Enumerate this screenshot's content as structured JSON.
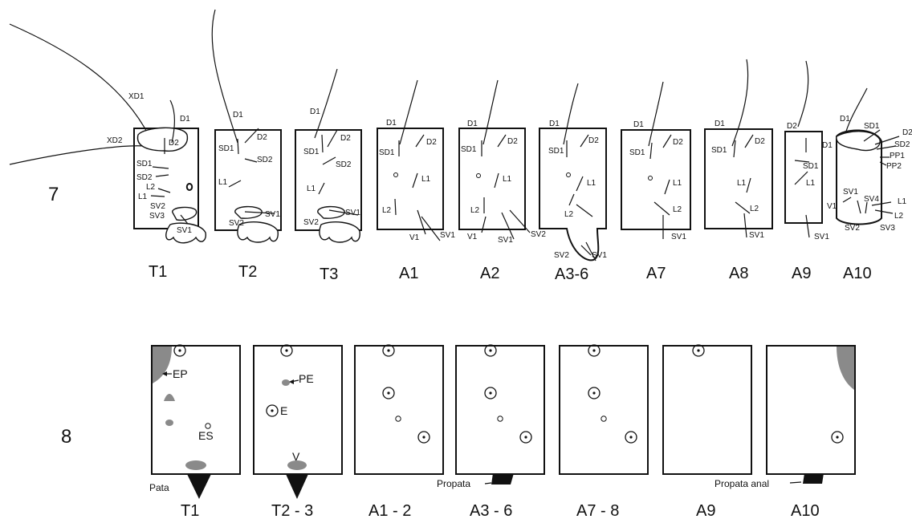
{
  "figure_7": {
    "number": "7",
    "segments": {
      "t1": {
        "name": "T1",
        "labels": {
          "xd1": "XD1",
          "xd2": "XD2",
          "d1": "D1",
          "d2": "D2",
          "sd1": "SD1",
          "sd2": "SD2",
          "l2": "L2",
          "l1": "L1",
          "sv2": "SV2",
          "sv3": "SV3",
          "sv1": "SV1"
        }
      },
      "t2": {
        "name": "T2",
        "labels": {
          "d1": "D1",
          "d2": "D2",
          "sd1": "SD1",
          "sd2": "SD2",
          "l1": "L1",
          "sv1": "SV1",
          "sv2": "SV2"
        }
      },
      "t3": {
        "name": "T3",
        "labels": {
          "d1": "D1",
          "d2": "D2",
          "sd1": "SD1",
          "sd2": "SD2",
          "l1": "L1",
          "sv1": "SV1",
          "sv2": "SV2"
        }
      },
      "a1": {
        "name": "A1",
        "labels": {
          "d1": "D1",
          "d2": "D2",
          "sd1": "SD1",
          "l1": "L1",
          "l2": "L2",
          "v1": "V1",
          "sv1": "SV1"
        }
      },
      "a2": {
        "name": "A2",
        "labels": {
          "d1": "D1",
          "d2": "D2",
          "sd1": "SD1",
          "l1": "L1",
          "l2": "L2",
          "v1": "V1",
          "sv1": "SV1",
          "sv2": "SV2"
        }
      },
      "a36": {
        "name": "A3-6",
        "labels": {
          "d1": "D1",
          "d2": "D2",
          "sd1": "SD1",
          "l1": "L1",
          "l2": "L2",
          "sv2": "SV2",
          "sv1": "SV1"
        }
      },
      "a7": {
        "name": "A7",
        "labels": {
          "d1": "D1",
          "d2": "D2",
          "sd1": "SD1",
          "l1": "L1",
          "l2": "L2",
          "sv1": "SV1"
        }
      },
      "a8": {
        "name": "A8",
        "labels": {
          "d1": "D1",
          "d2": "D2",
          "sd1": "SD1",
          "l1": "L1",
          "l2": "L2",
          "sv1": "SV1"
        }
      },
      "a9": {
        "name": "A9",
        "labels": {
          "d2": "D2",
          "d1": "D1",
          "sd1": "SD1",
          "l1": "L1",
          "sv1": "SV1"
        }
      },
      "a10": {
        "name": "A10",
        "labels": {
          "d1": "D1",
          "sd1": "SD1",
          "d2": "D2",
          "sd2": "SD2",
          "pp1": "PP1",
          "pp2": "PP2",
          "sv1": "SV1",
          "sv4": "SV4",
          "v1": "V1",
          "l1": "L1",
          "l2": "L2",
          "sv2": "SV2",
          "sv3": "SV3"
        }
      }
    }
  },
  "figure_8": {
    "number": "8",
    "segments": {
      "t1": {
        "name": "T1"
      },
      "t23": {
        "name": "T2 - 3"
      },
      "a12": {
        "name": "A1 - 2"
      },
      "a36": {
        "name": "A3 - 6"
      },
      "a78": {
        "name": "A7 - 8"
      },
      "a9": {
        "name": "A9"
      },
      "a10": {
        "name": "A10"
      }
    },
    "labels": {
      "ep": "EP",
      "es": "ES",
      "pata": "Pata",
      "pe": "PE",
      "e": "E",
      "v": "V",
      "propata": "Propata",
      "propata_anal": "Propata anal"
    }
  },
  "colors": {
    "line": "#111111",
    "fill_grey": "#8a8a8a",
    "background": "#ffffff"
  }
}
